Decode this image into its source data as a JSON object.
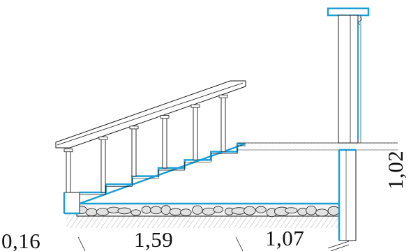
{
  "dimensions": {
    "landing_length": "0,16",
    "flight_length": "1,59",
    "floor_length": "1,07",
    "level_height": "1,02"
  },
  "colors": {
    "outline": "#1a1a1a",
    "accent": "#1d9fd6",
    "slab_fill": "#ececec",
    "gravel_fill": "#dcdcdc",
    "background": "#ffffff"
  }
}
